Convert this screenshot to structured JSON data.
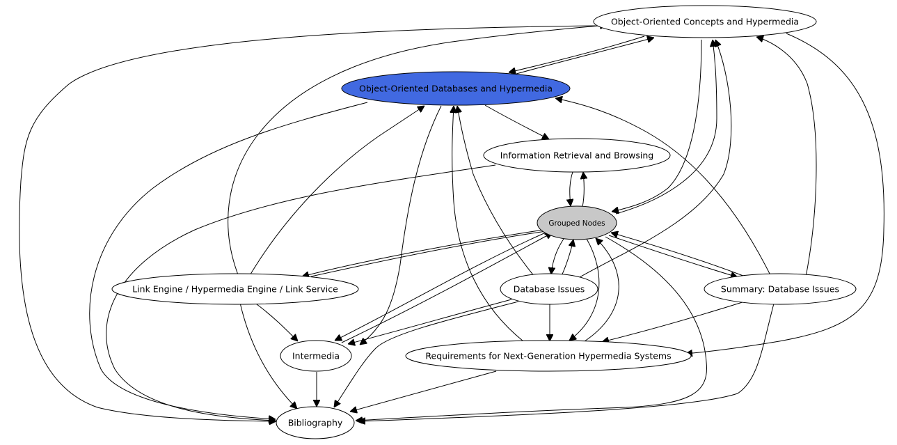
{
  "nodes": [
    {
      "id": "oocept",
      "label": "Object-Oriented Concepts and Hypermedia",
      "fill": "#ffffff",
      "selected": false
    },
    {
      "id": "oodb",
      "label": "Object-Oriented Databases and Hypermedia",
      "fill": "#4169e1",
      "selected": true
    },
    {
      "id": "irb",
      "label": "Information Retrieval and Browsing",
      "fill": "#ffffff",
      "selected": false
    },
    {
      "id": "grouped",
      "label": "Grouped Nodes",
      "fill": "#c8c8c8",
      "selected": false
    },
    {
      "id": "link",
      "label": "Link Engine / Hypermedia Engine / Link Service",
      "fill": "#ffffff",
      "selected": false
    },
    {
      "id": "dbi",
      "label": "Database Issues",
      "fill": "#ffffff",
      "selected": false
    },
    {
      "id": "sum",
      "label": "Summary: Database Issues",
      "fill": "#ffffff",
      "selected": false
    },
    {
      "id": "inter",
      "label": "Intermedia",
      "fill": "#ffffff",
      "selected": false
    },
    {
      "id": "req",
      "label": "Requirements for Next-Generation Hypermedia Systems",
      "fill": "#ffffff",
      "selected": false
    },
    {
      "id": "bib",
      "label": "Bibliography",
      "fill": "#ffffff",
      "selected": false
    }
  ],
  "edges": [
    {
      "from": "oocept",
      "to": "oodb"
    },
    {
      "from": "oodb",
      "to": "oocept"
    },
    {
      "from": "oocept",
      "to": "grouped"
    },
    {
      "from": "grouped",
      "to": "oocept"
    },
    {
      "from": "oocept",
      "to": "bib"
    },
    {
      "from": "oocept",
      "to": "req"
    },
    {
      "from": "oodb",
      "to": "irb"
    },
    {
      "from": "oodb",
      "to": "inter"
    },
    {
      "from": "oodb",
      "to": "bib"
    },
    {
      "from": "irb",
      "to": "grouped"
    },
    {
      "from": "grouped",
      "to": "irb"
    },
    {
      "from": "irb",
      "to": "bib"
    },
    {
      "from": "grouped",
      "to": "link"
    },
    {
      "from": "link",
      "to": "grouped"
    },
    {
      "from": "grouped",
      "to": "dbi"
    },
    {
      "from": "dbi",
      "to": "grouped"
    },
    {
      "from": "grouped",
      "to": "sum"
    },
    {
      "from": "sum",
      "to": "grouped"
    },
    {
      "from": "grouped",
      "to": "inter"
    },
    {
      "from": "inter",
      "to": "grouped"
    },
    {
      "from": "grouped",
      "to": "req"
    },
    {
      "from": "req",
      "to": "grouped"
    },
    {
      "from": "grouped",
      "to": "bib"
    },
    {
      "from": "link",
      "to": "oocept"
    },
    {
      "from": "link",
      "to": "oodb"
    },
    {
      "from": "link",
      "to": "inter"
    },
    {
      "from": "link",
      "to": "bib"
    },
    {
      "from": "dbi",
      "to": "oodb"
    },
    {
      "from": "dbi",
      "to": "oocept"
    },
    {
      "from": "dbi",
      "to": "req"
    },
    {
      "from": "dbi",
      "to": "inter"
    },
    {
      "from": "dbi",
      "to": "bib"
    },
    {
      "from": "sum",
      "to": "oocept"
    },
    {
      "from": "sum",
      "to": "oodb"
    },
    {
      "from": "sum",
      "to": "req"
    },
    {
      "from": "sum",
      "to": "bib"
    },
    {
      "from": "req",
      "to": "oodb"
    },
    {
      "from": "req",
      "to": "bib"
    },
    {
      "from": "inter",
      "to": "bib"
    }
  ]
}
